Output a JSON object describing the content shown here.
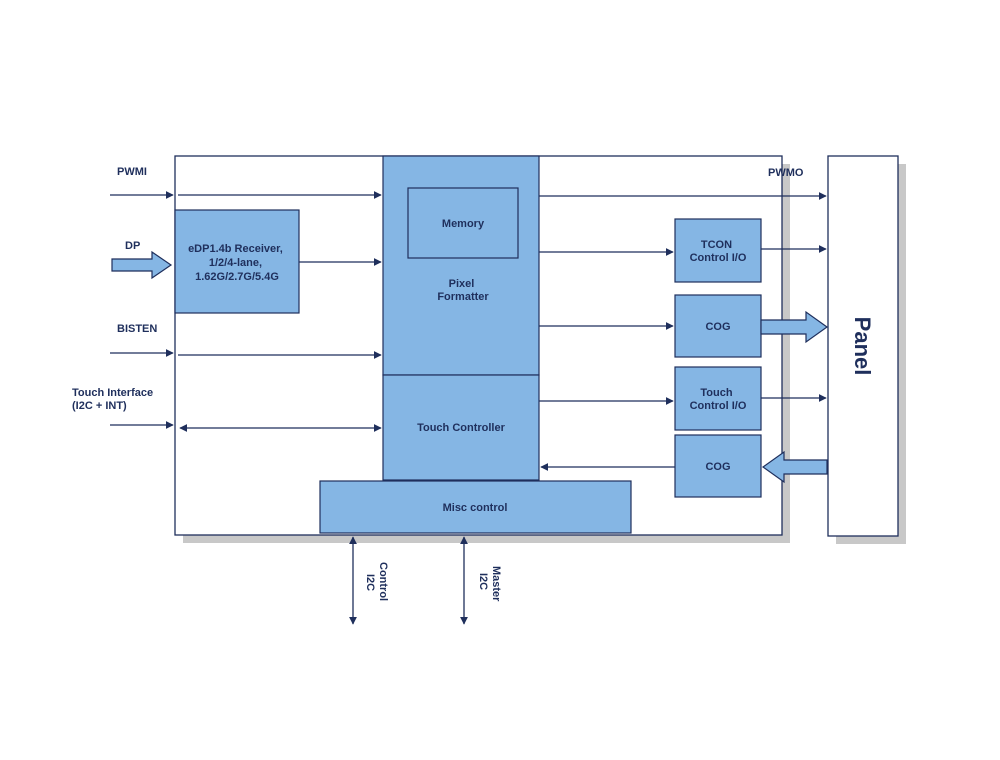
{
  "inputs": {
    "pwmi": "PWMI",
    "dp": "DP",
    "bisten": "BISTEN",
    "touch_line1": "Touch Interface",
    "touch_line2": "(I2C + INT)"
  },
  "blocks": {
    "edp": [
      "eDP1.4b Receiver,",
      "1/2/4-lane,",
      "1.62G/2.7G/5.4G"
    ],
    "memory": "Memory",
    "pixel_formatter": [
      "Pixel",
      "Formatter"
    ],
    "touch_controller": "Touch Controller",
    "misc_control": "Misc control",
    "tcon": [
      "TCON",
      "Control I/O"
    ],
    "cog_top": "COG",
    "touch_io": [
      "Touch",
      "Control I/O"
    ],
    "cog_bottom": "COG"
  },
  "outputs": {
    "pwmo": "PWMO",
    "panel": "Panel"
  },
  "bottom": {
    "control_i2c": [
      "Control",
      "I2C"
    ],
    "master_i2c": [
      "Master",
      "I2C"
    ]
  },
  "colors": {
    "block_fill": "#85b6e4",
    "line": "#1f2f5c",
    "shadow": "#c8c8c8"
  }
}
